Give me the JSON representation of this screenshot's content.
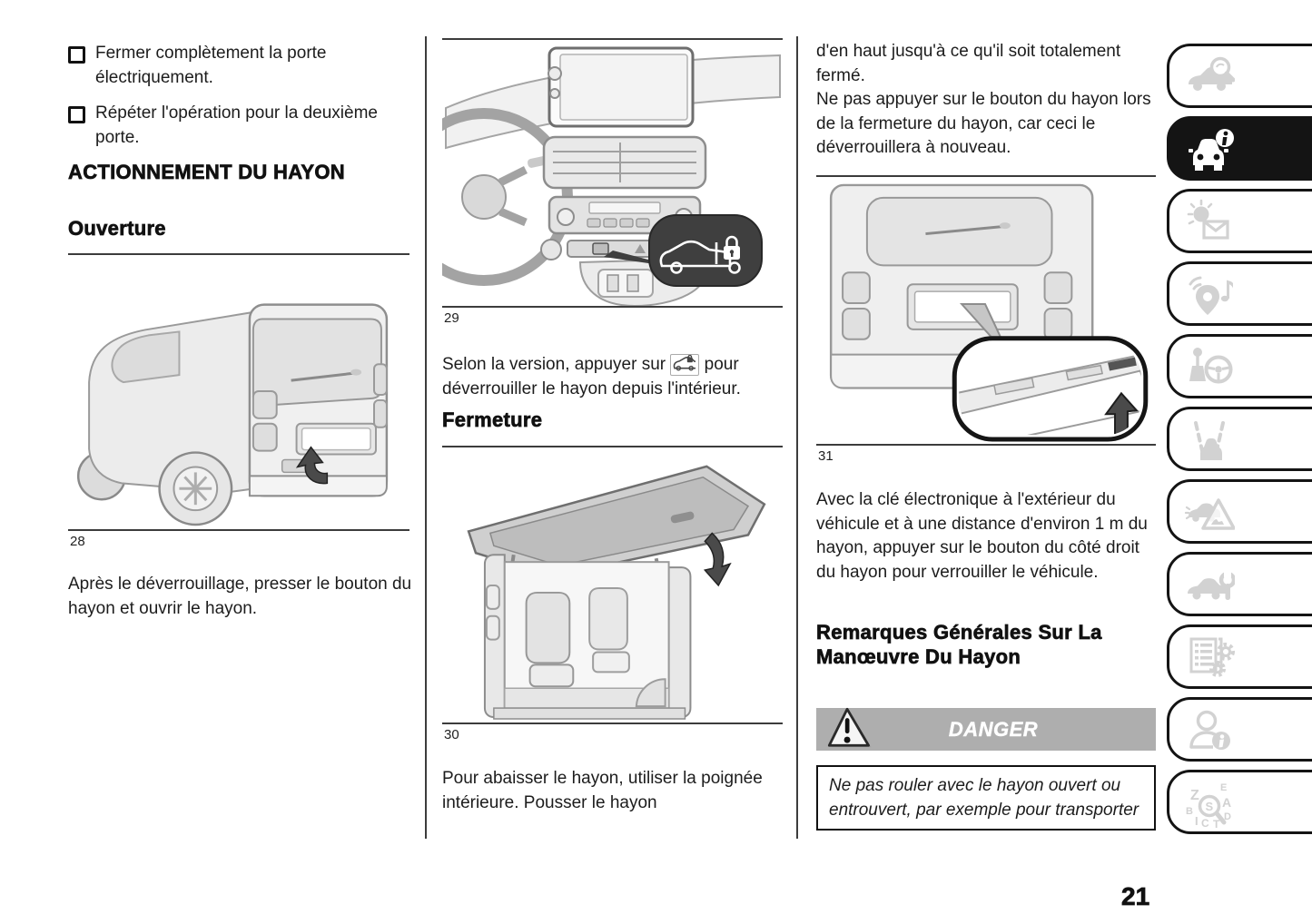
{
  "page": {
    "number": "21"
  },
  "left_column": {
    "checklist": [
      "Fermer complètement la porte électriquement.",
      "Répéter l'opération pour la deuxième porte."
    ],
    "section_heading": "ACTIONNEMENT DU HAYON",
    "subheading": "Ouverture",
    "figure_caption": "28",
    "paragraph": "Après le déverrouillage, presser le bouton du hayon et ouvrir le hayon."
  },
  "middle_column": {
    "figure_top_caption": "29",
    "unlock_sentence_start": "Selon la version, appuyer sur",
    "unlock_icon": "tailgate-unlock-button-icon",
    "unlock_sentence_end": "pour déverrouiller le hayon depuis l'intérieur.",
    "subheading": "Fermeture",
    "figure_bottom_caption": "30",
    "paragraph": "Pour abaisser le hayon, utiliser la poignée intérieure. Pousser le hayon"
  },
  "right_column": {
    "paragraph_continuation_1": "d'en haut jusqu'à ce qu'il soit totalement fermé.",
    "paragraph_continuation_2": "Ne pas appuyer sur le bouton du hayon lors de la fermeture du hayon, car ceci le déverrouillera à nouveau.",
    "figure_caption": "31",
    "paragraph_lock": "Avec la clé électronique à l'extérieur du véhicule et à une distance d'environ 1 m du hayon, appuyer sur le bouton du côté droit du hayon pour verrouiller le véhicule.",
    "section_heading": "Remarques Générales Sur La Manœuvre Du Hayon",
    "danger_label": "DANGER",
    "warning_text": "Ne pas rouler avec le hayon ouvert ou entrouvert, par exemple pour transporter"
  },
  "sidebar": {
    "tabs": [
      {
        "icon": "car-magnifier-icon",
        "active": false
      },
      {
        "icon": "car-info-icon",
        "active": true
      },
      {
        "icon": "warning-lights-message-icon",
        "active": false
      },
      {
        "icon": "navigation-multimedia-icon",
        "active": false
      },
      {
        "icon": "gearshift-steering-wheel-icon",
        "active": false
      },
      {
        "icon": "driving-lane-icon",
        "active": false
      },
      {
        "icon": "emergency-triangle-icon",
        "active": false
      },
      {
        "icon": "car-wrench-service-icon",
        "active": false
      },
      {
        "icon": "technical-data-gears-icon",
        "active": false
      },
      {
        "icon": "person-info-icon",
        "active": false
      },
      {
        "icon": "alphabetical-index-icon",
        "active": false
      }
    ]
  },
  "colors": {
    "heading_black": "#111111",
    "danger_banner_bg": "#aeaeae",
    "inactive_icon_gray": "#d2d2d2",
    "callout_dark": "#3f3f3f"
  }
}
